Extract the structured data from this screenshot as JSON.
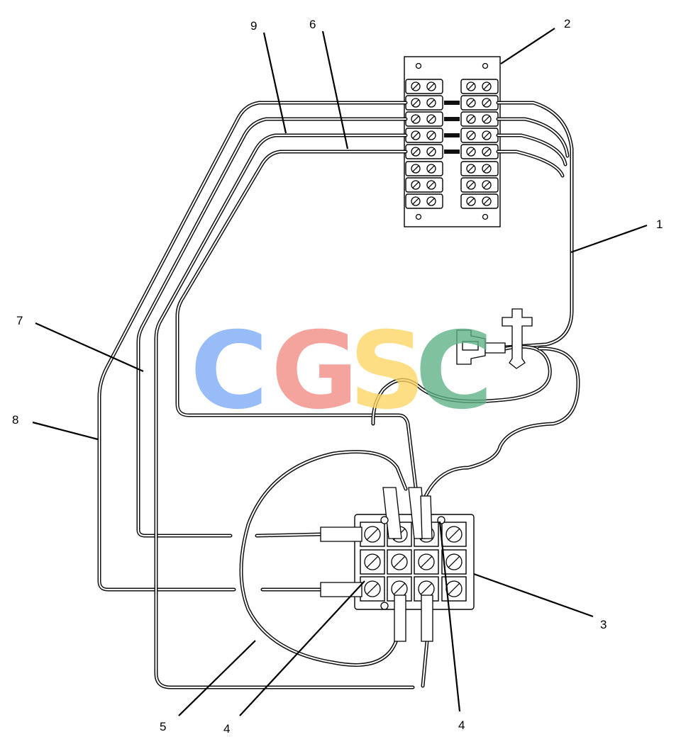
{
  "callouts": [
    {
      "id": "c1",
      "label": "1"
    },
    {
      "id": "c2",
      "label": "2"
    },
    {
      "id": "c3",
      "label": "3"
    },
    {
      "id": "c4a",
      "label": "4"
    },
    {
      "id": "c4b",
      "label": "4"
    },
    {
      "id": "c5",
      "label": "5"
    },
    {
      "id": "c6",
      "label": "6"
    },
    {
      "id": "c7",
      "label": "7"
    },
    {
      "id": "c8",
      "label": "8"
    },
    {
      "id": "c9",
      "label": "9"
    }
  ],
  "watermark": {
    "letters": [
      "C",
      "G",
      "S",
      "C"
    ],
    "colors": [
      "#7aaaf7",
      "#f28b82",
      "#fdd663",
      "#5db286"
    ]
  }
}
